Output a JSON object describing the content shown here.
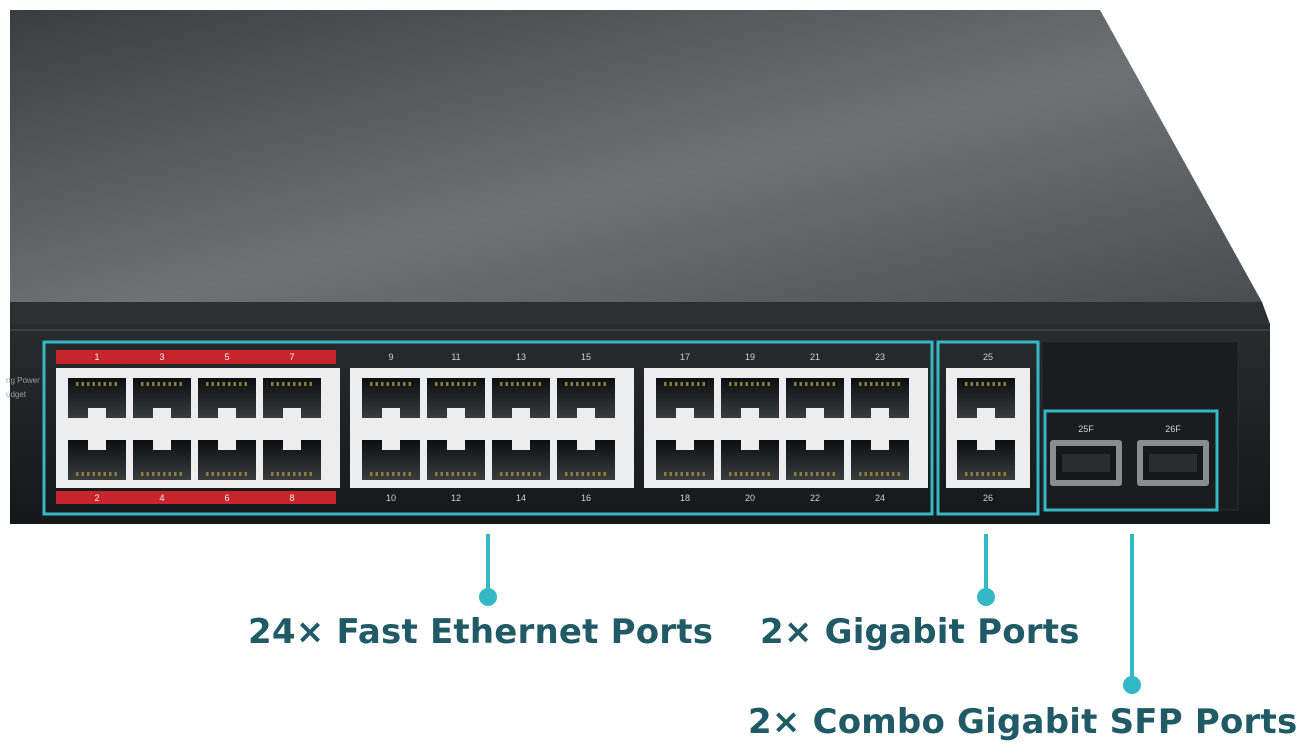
{
  "device": {
    "top_label": [
      "1",
      "3",
      "5",
      "7",
      "9",
      "11",
      "13",
      "15",
      "17",
      "19",
      "21",
      "23"
    ],
    "bottom_label": [
      "2",
      "4",
      "6",
      "8",
      "10",
      "12",
      "14",
      "16",
      "18",
      "20",
      "22",
      "24"
    ],
    "gigabit_top_label": "25",
    "gigabit_bottom_label": "26",
    "sfp_labels": [
      "25F",
      "26F"
    ],
    "side_text": [
      "ng Power",
      "udget"
    ],
    "colors": {
      "chassis": "#3a3c3f",
      "front_panel": "#1e1f21",
      "highlight_poe": "#c8242c",
      "callout": "#34b7c6",
      "caption": "#1f5a66"
    }
  },
  "callouts": {
    "fast_ethernet": "24× Fast Ethernet Ports",
    "gigabit": "2× Gigabit Ports",
    "sfp": "2× Combo Gigabit SFP Ports"
  }
}
